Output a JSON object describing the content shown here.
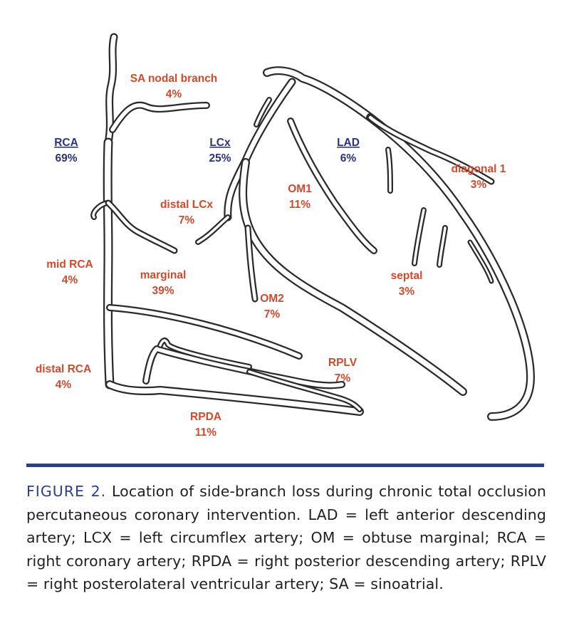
{
  "labels": {
    "sa_nodal": {
      "name": "SA nodal branch",
      "pct": "4%"
    },
    "rca": {
      "name": "RCA",
      "pct": "69%"
    },
    "lcx": {
      "name": "LCx",
      "pct": "25%"
    },
    "lad": {
      "name": "LAD",
      "pct": "6%"
    },
    "diagonal1": {
      "name": "diagonal 1",
      "pct": "3%"
    },
    "om1": {
      "name": "OM1",
      "pct": "11%"
    },
    "distal_lcx": {
      "name": "distal LCx",
      "pct": "7%"
    },
    "mid_rca": {
      "name": "mid RCA",
      "pct": "4%"
    },
    "marginal": {
      "name": "marginal",
      "pct": "39%"
    },
    "septal": {
      "name": "septal",
      "pct": "3%"
    },
    "om2": {
      "name": "OM2",
      "pct": "7%"
    },
    "rplv": {
      "name": "RPLV",
      "pct": "7%"
    },
    "distal_rca": {
      "name": "distal RCA",
      "pct": "4%"
    },
    "rpda": {
      "name": "RPDA",
      "pct": "11%"
    }
  },
  "colors": {
    "label_red": "#d2492e",
    "label_blue": "#2b3380",
    "vessel_outline": "#2a2a2a",
    "caption_accent": "#2d3f8f"
  },
  "caption": {
    "figure_label": "FIGURE 2.",
    "text": "Location of side-branch loss during chronic total occlusion percutaneous coronary intervention. LAD = left anterior descending artery; LCX = left circumflex artery; OM = obtuse marginal; RCA = right coronary artery; RPDA = right posterior descending artery; RPLV = right posterolateral ventricular artery; SA = sinoatrial."
  }
}
